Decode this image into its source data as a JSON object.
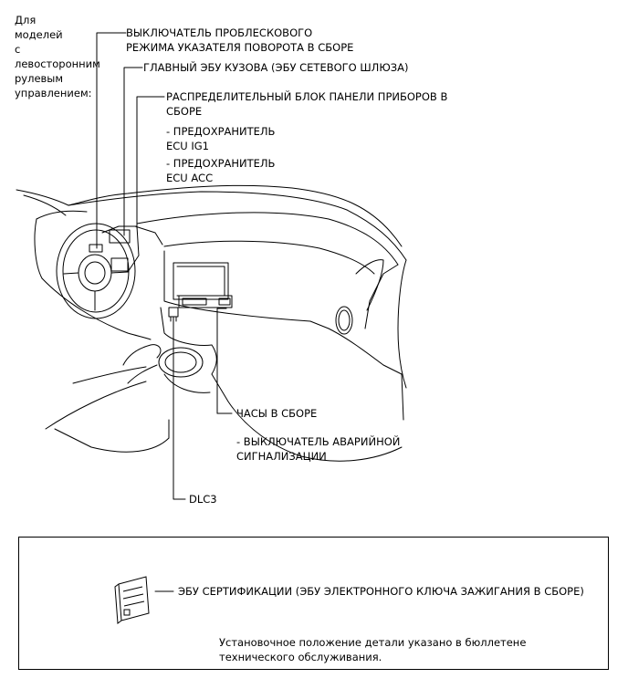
{
  "labels": {
    "lhd_note": "Для\nмоделей\nс\nлевосторонним\nрулевым\nуправлением:",
    "flasher_switch": "ВЫКЛЮЧАТЕЛЬ ПРОБЛЕСКОВОГО\nРЕЖИМА УКАЗАТЕЛЯ ПОВОРОТА В СБОРЕ",
    "body_ecu": "ГЛАВНЫЙ ЭБУ КУЗОВА (ЭБУ СЕТЕВОГО ШЛЮЗА)",
    "junction_block": "РАСПРЕДЕЛИТЕЛЬНЫЙ БЛОК ПАНЕЛИ ПРИБОРОВ В\nСБОРЕ",
    "fuse_ig1": "- ПРЕДОХРАНИТЕЛЬ\nECU IG1",
    "fuse_acc": "- ПРЕДОХРАНИТЕЛЬ\nECU ACC",
    "clock": "ЧАСЫ В СБОРЕ",
    "hazard_switch": "- ВЫКЛЮЧАТЕЛЬ АВАРИЙНОЙ\nСИГНАЛИЗАЦИИ",
    "dlc3": "DLC3",
    "certification_ecu": "ЭБУ СЕРТИФИКАЦИИ (ЭБУ ЭЛЕКТРОННОГО КЛЮЧА ЗАЖИГАНИЯ В СБОРЕ)",
    "service_note": "Установочное положение детали указано в бюллетене\nтехнического обслуживания."
  }
}
